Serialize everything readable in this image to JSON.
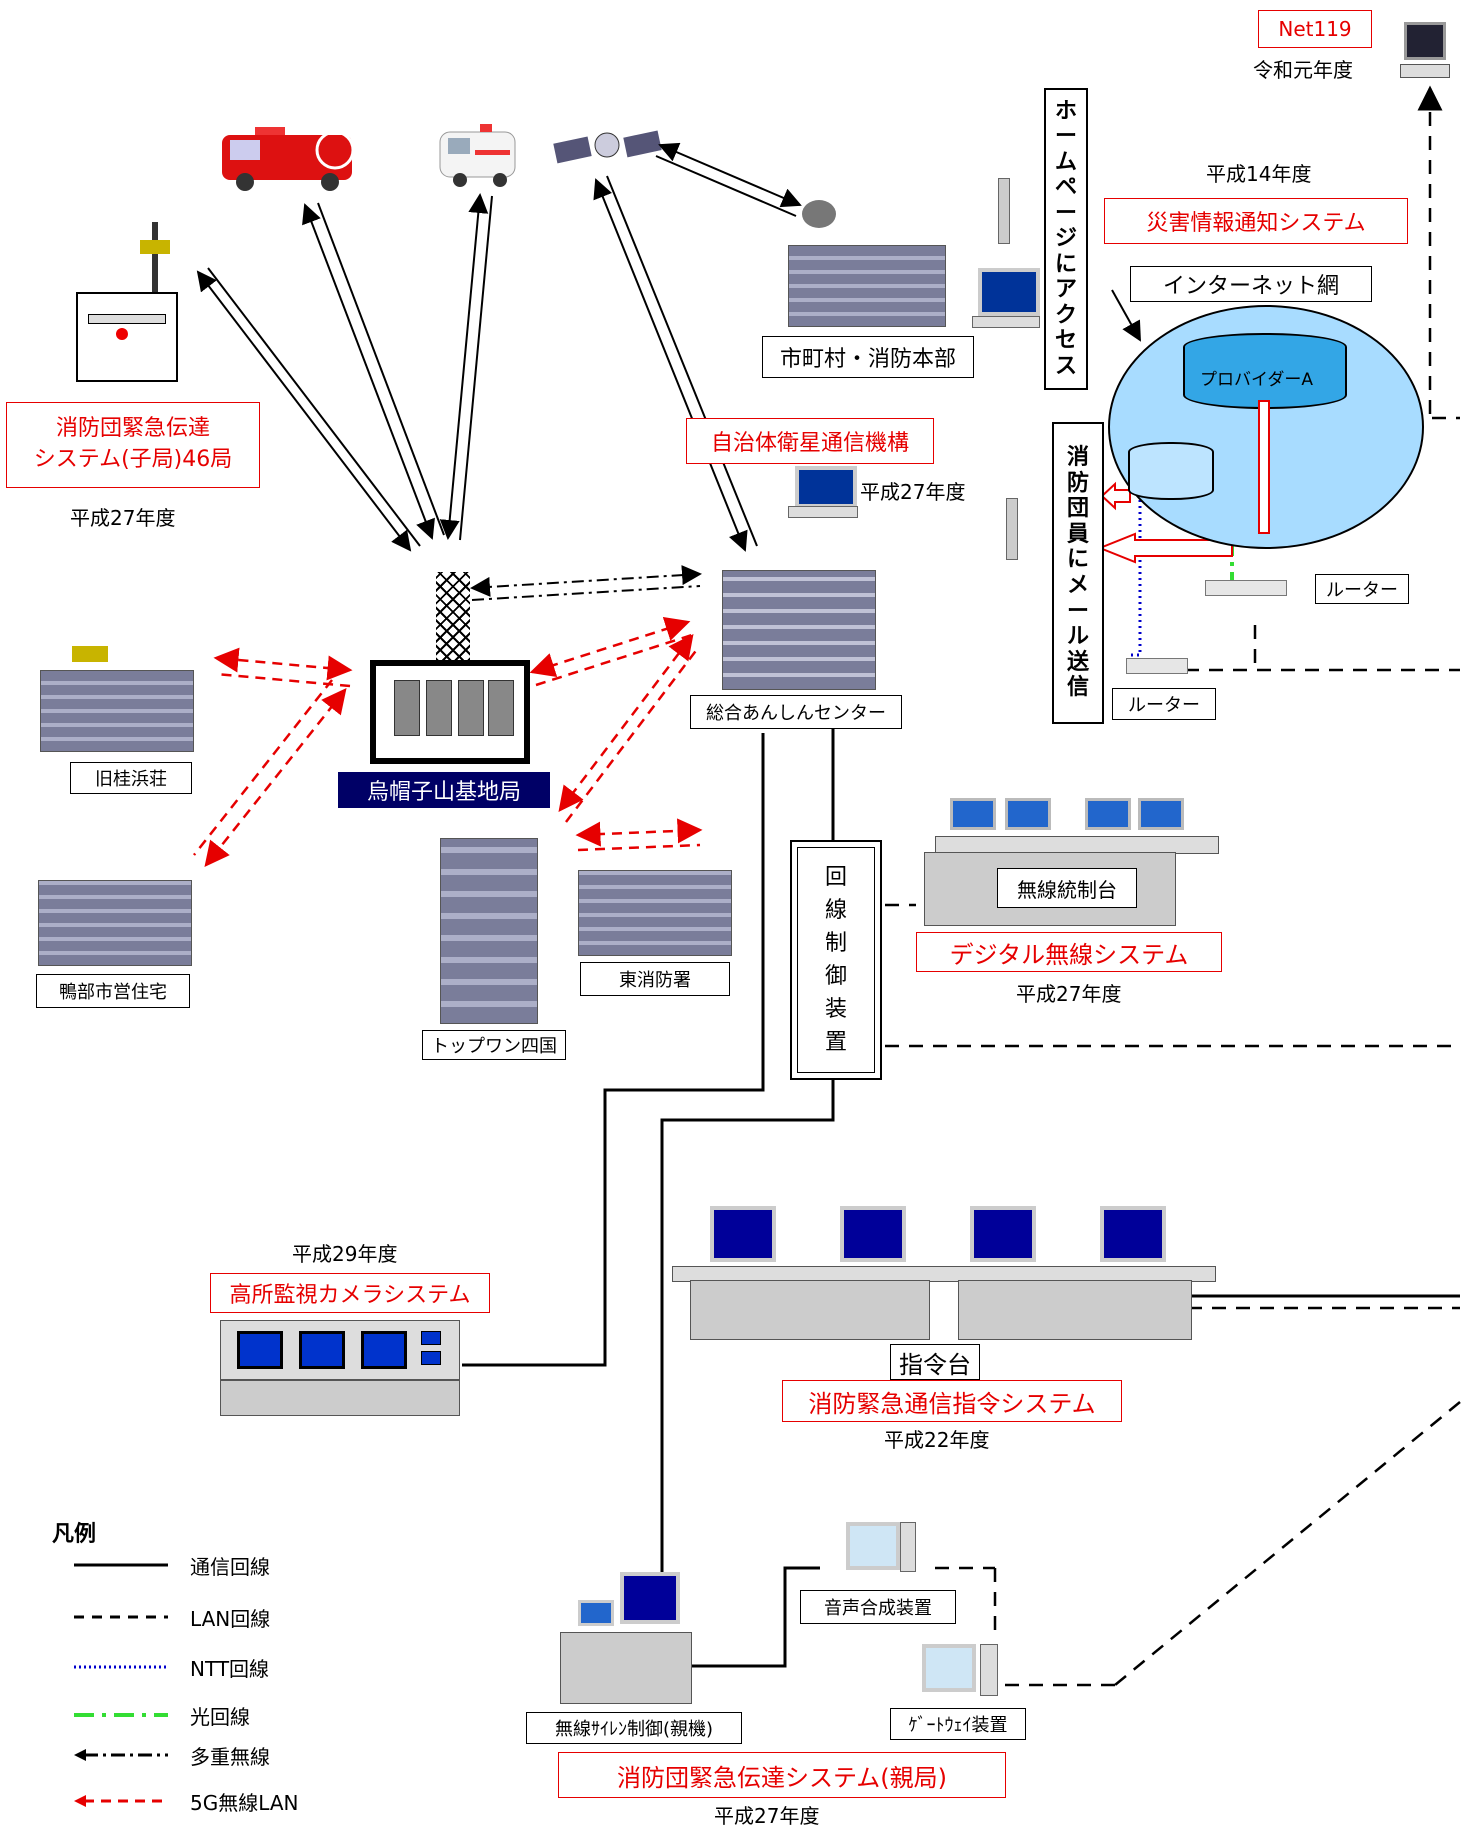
{
  "net119": {
    "label": "Net119",
    "year": "令和元年度"
  },
  "homepage_access": {
    "chars": [
      "ホ",
      "ー",
      "ム",
      "ペ",
      "ー",
      "ジ",
      "に",
      "ア",
      "ク",
      "セ",
      "ス"
    ]
  },
  "mail_send": {
    "chars": [
      "消",
      "防",
      "団",
      "員",
      "に",
      "メ",
      "ー",
      "ル",
      "送",
      "信"
    ]
  },
  "disaster_info": {
    "year": "平成14年度",
    "label": "災害情報通知システム"
  },
  "internet": {
    "label": "インターネット網",
    "provider": "プロバイダーA"
  },
  "router1": {
    "label": "ルーター"
  },
  "router2": {
    "label": "ルーター"
  },
  "city_hq": {
    "label": "市町村・消防本部"
  },
  "satellite_org": {
    "label": "自治体衛星通信機構",
    "year": "平成27年度"
  },
  "child_station": {
    "label_line1": "消防団緊急伝達",
    "label_line2": "システム(子局)46局",
    "year": "平成27年度"
  },
  "base_station": {
    "label": "烏帽子山基地局"
  },
  "anshin_center": {
    "label": "総合あんしんセンター"
  },
  "kyu_keihinso": {
    "label": "旧桂浜荘"
  },
  "kamobe": {
    "label": "鴨部市営住宅"
  },
  "topone": {
    "label": "トップワン四国"
  },
  "higashi": {
    "label": "東消防署"
  },
  "line_control": {
    "chars": [
      "回",
      "線",
      "制",
      "御",
      "装",
      "置"
    ]
  },
  "digital_radio": {
    "console": "無線統制台",
    "label": "デジタル無線システム",
    "year": "平成27年度"
  },
  "camera": {
    "year": "平成29年度",
    "label": "高所監視カメラシステム"
  },
  "command": {
    "console": "指令台",
    "label": "消防緊急通信指令システム",
    "year": "平成22年度"
  },
  "voice": {
    "label": "音声合成装置"
  },
  "gateway": {
    "label": "ｹﾞｰﾄｳｪｲ装置"
  },
  "siren_ctrl": {
    "label": "無線ｻｲﾚﾝ制御(親機)"
  },
  "parent_station": {
    "label": "消防団緊急伝達システム(親局)",
    "year": "平成27年度"
  },
  "legend": {
    "title": "凡例",
    "items": [
      {
        "label": "通信回線",
        "style": "solid",
        "color": "#000000"
      },
      {
        "label": "LAN回線",
        "style": "dashed",
        "color": "#000000"
      },
      {
        "label": "NTT回線",
        "style": "dotted",
        "color": "#0000cc"
      },
      {
        "label": "光回線",
        "style": "dash-dot",
        "color": "#33dd33"
      },
      {
        "label": "多重無線",
        "style": "dash-dot-arrow",
        "color": "#000000"
      },
      {
        "label": "5G無線LAN",
        "style": "dashed-arrow",
        "color": "#e60000"
      }
    ]
  },
  "colors": {
    "accent_red": "#e60000",
    "navy": "#000066",
    "building": "#7a7d9a",
    "cloud": "#a8dcff",
    "provider": "#33a6e6"
  }
}
